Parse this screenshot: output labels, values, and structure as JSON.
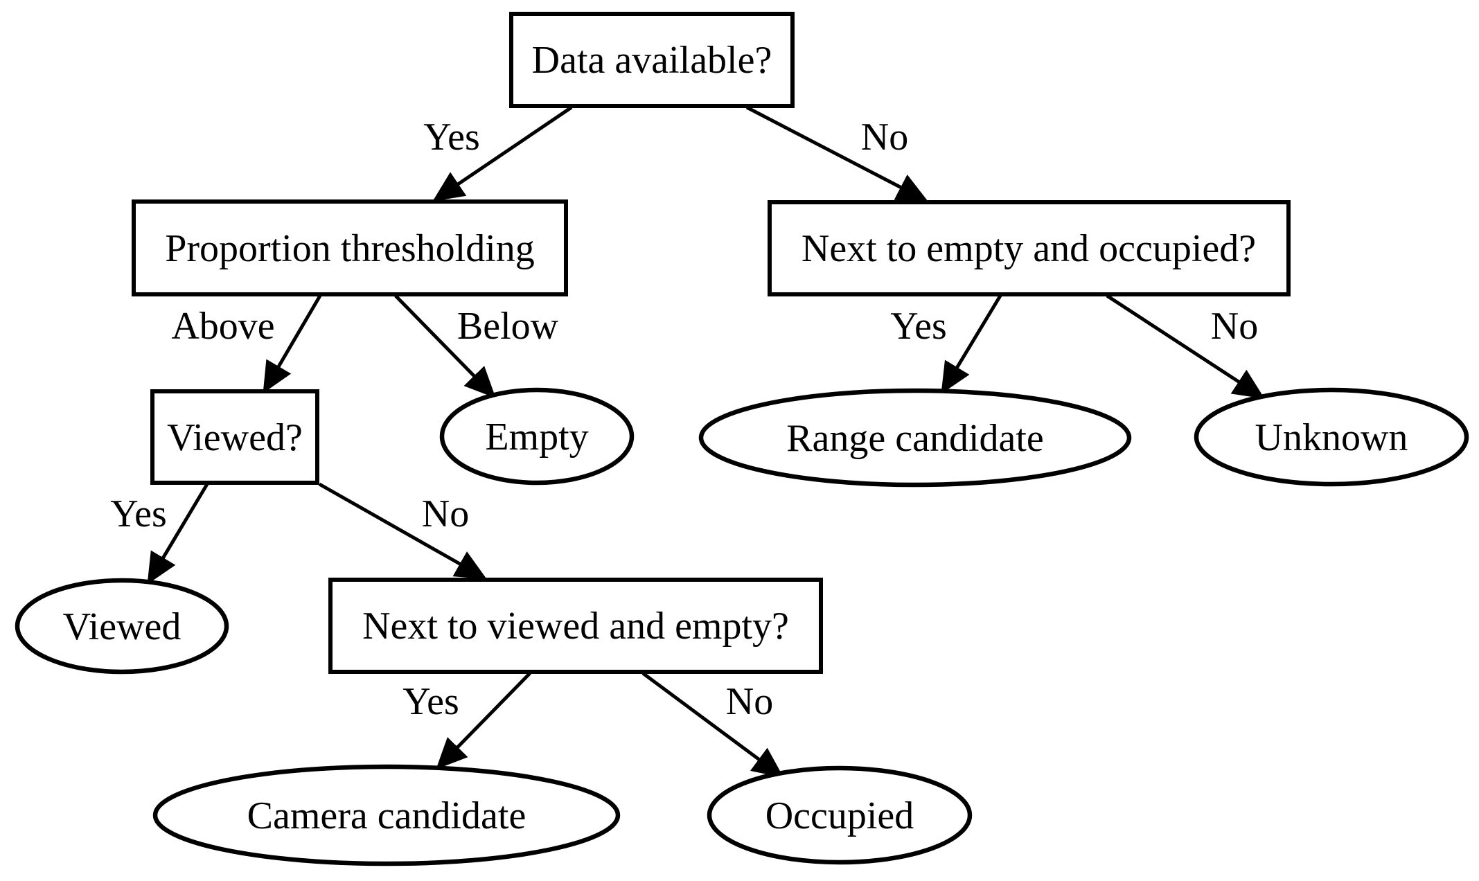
{
  "diagram": {
    "title": "decision-tree",
    "type": "flowchart",
    "colors": {
      "background": "#ffffff",
      "stroke": "#000000",
      "text": "#000000"
    },
    "nodes": {
      "data_available": {
        "label": "Data available?",
        "shape": "rect"
      },
      "proportion_thresholding": {
        "label": "Proportion thresholding",
        "shape": "rect"
      },
      "next_empty_occupied": {
        "label": "Next to empty and occupied?",
        "shape": "rect"
      },
      "viewed_q": {
        "label": "Viewed?",
        "shape": "rect"
      },
      "next_viewed_empty": {
        "label": "Next to viewed and empty?",
        "shape": "rect"
      },
      "empty": {
        "label": "Empty",
        "shape": "ellipse"
      },
      "range_candidate": {
        "label": "Range candidate",
        "shape": "ellipse"
      },
      "unknown": {
        "label": "Unknown",
        "shape": "ellipse"
      },
      "viewed": {
        "label": "Viewed",
        "shape": "ellipse"
      },
      "camera_candidate": {
        "label": "Camera candidate",
        "shape": "ellipse"
      },
      "occupied": {
        "label": "Occupied",
        "shape": "ellipse"
      }
    },
    "edges": [
      {
        "from": "data_available",
        "to": "proportion_thresholding",
        "label": "Yes"
      },
      {
        "from": "data_available",
        "to": "next_empty_occupied",
        "label": "No"
      },
      {
        "from": "proportion_thresholding",
        "to": "viewed_q",
        "label": "Above"
      },
      {
        "from": "proportion_thresholding",
        "to": "empty",
        "label": "Below"
      },
      {
        "from": "next_empty_occupied",
        "to": "range_candidate",
        "label": "Yes"
      },
      {
        "from": "next_empty_occupied",
        "to": "unknown",
        "label": "No"
      },
      {
        "from": "viewed_q",
        "to": "viewed",
        "label": "Yes"
      },
      {
        "from": "viewed_q",
        "to": "next_viewed_empty",
        "label": "No"
      },
      {
        "from": "next_viewed_empty",
        "to": "camera_candidate",
        "label": "Yes"
      },
      {
        "from": "next_viewed_empty",
        "to": "occupied",
        "label": "No"
      }
    ]
  }
}
